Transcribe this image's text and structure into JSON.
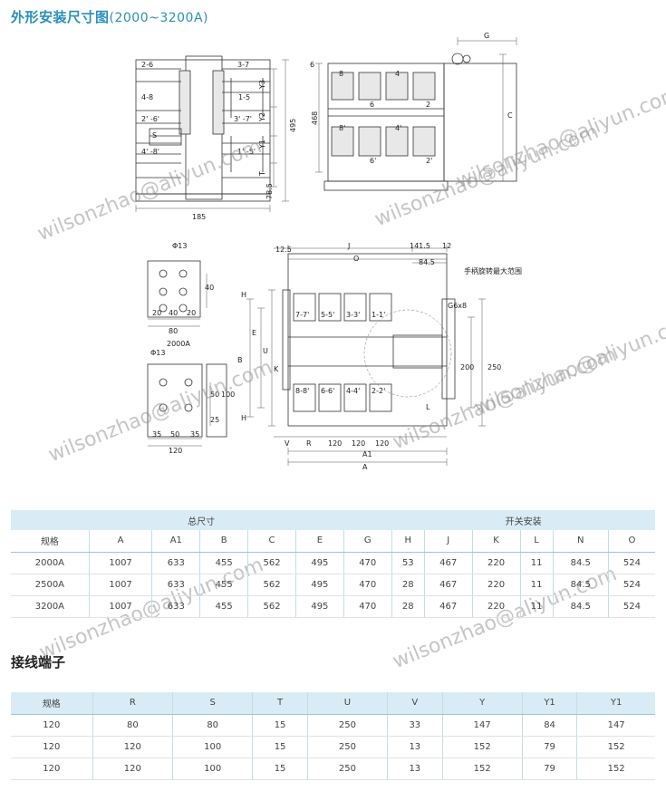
{
  "title": {
    "main": "外形安装尺寸图",
    "sub": "(2000~3200A)"
  },
  "drawing": {
    "top_left": {
      "labels": [
        "2-6",
        "3-7",
        "4-8",
        "1-5",
        "2' -6'",
        "3' -7'",
        "S",
        "4' -8'",
        "1' -5'",
        "Y3",
        "Y2",
        "Y1",
        "T",
        "78.5",
        "495",
        "185"
      ]
    },
    "top_right": {
      "labels": [
        "8",
        "4",
        "6",
        "2",
        "8'",
        "4'",
        "6'",
        "2'",
        "G",
        "C",
        "468",
        "6"
      ]
    },
    "terminal_2000": {
      "labels": [
        "Φ13",
        "40",
        "20",
        "40",
        "20",
        "80",
        "2000A"
      ]
    },
    "terminal_3200": {
      "labels": [
        "Φ13",
        "50",
        "100",
        "25",
        "35",
        "50",
        "35",
        "120"
      ]
    },
    "front": {
      "top_dims": [
        "12.5",
        "J",
        "141.5",
        "12",
        "O",
        "84.5"
      ],
      "note": "手柄旋转最大范围",
      "poles_top": [
        "7-7'",
        "5-5'",
        "3-3'",
        "1-1'"
      ],
      "poles_bottom": [
        "8-8'",
        "6-6'",
        "4-4'",
        "2-2'"
      ],
      "side_dims": [
        "H",
        "E",
        "U",
        "K",
        "B",
        "H",
        "200",
        "250",
        "L",
        "G6x8"
      ],
      "bottom_dims": [
        "V",
        "R",
        "120",
        "120",
        "120",
        "A1",
        "A"
      ]
    }
  },
  "watermarks": [
    "wilsonzhao@aliyun.com",
    "wilsonzhao@aliyun.com",
    "wilsonzhao@aliyun.com",
    "wilsonzhao@aliyun.com",
    "wilsonzhao@aliyun.com",
    "wilsonzhao@aliyun.com",
    "wilsonzhao@aliyun.com",
    "wilsonzhao@aliyun.com"
  ],
  "table1": {
    "group_overall": "总尺寸",
    "group_switch": "开关安装",
    "columns": [
      "规格",
      "A",
      "A1",
      "B",
      "C",
      "E",
      "G",
      "H",
      "J",
      "K",
      "L",
      "N",
      "O"
    ],
    "rows": [
      [
        "2000A",
        "1007",
        "633",
        "455",
        "562",
        "495",
        "470",
        "53",
        "467",
        "220",
        "11",
        "84.5",
        "524"
      ],
      [
        "2500A",
        "1007",
        "633",
        "455",
        "562",
        "495",
        "470",
        "28",
        "467",
        "220",
        "11",
        "84.5",
        "524"
      ],
      [
        "3200A",
        "1007",
        "633",
        "455",
        "562",
        "495",
        "470",
        "28",
        "467",
        "220",
        "11",
        "84.5",
        "524"
      ]
    ]
  },
  "section2": {
    "title": "接线端子"
  },
  "table2": {
    "columns": [
      "规格",
      "R",
      "S",
      "T",
      "U",
      "V",
      "Y",
      "Y1",
      "Y1"
    ],
    "rows": [
      [
        "120",
        "80",
        "80",
        "15",
        "250",
        "33",
        "147",
        "84",
        "147"
      ],
      [
        "120",
        "120",
        "100",
        "15",
        "250",
        "13",
        "152",
        "79",
        "152"
      ],
      [
        "120",
        "120",
        "100",
        "15",
        "250",
        "13",
        "152",
        "79",
        "152"
      ]
    ]
  }
}
